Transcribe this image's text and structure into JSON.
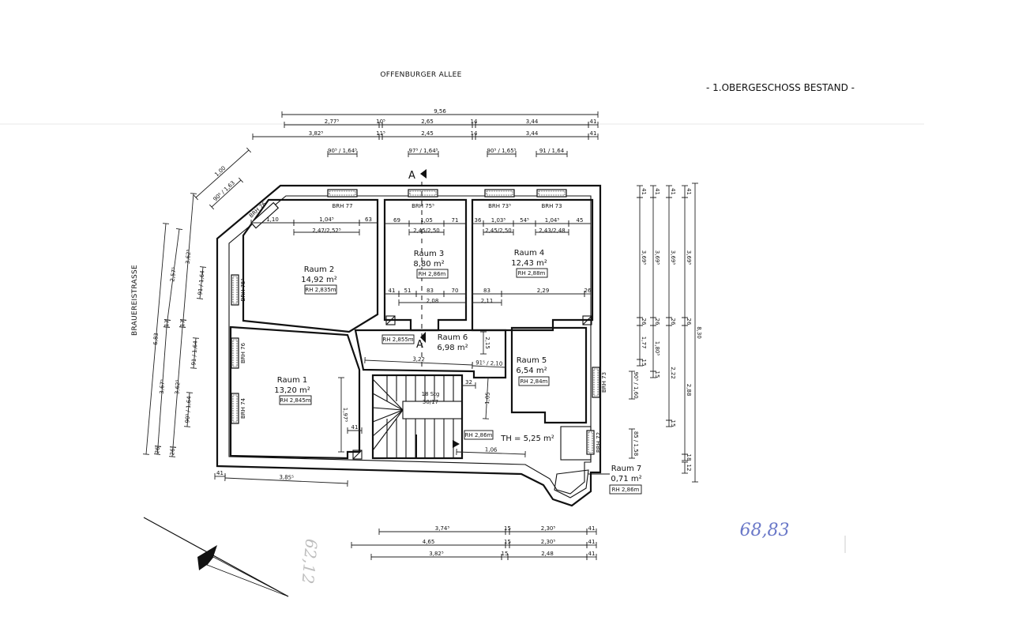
{
  "header": {
    "street_top": "OFFENBURGER ALLEE",
    "plan_title": "- 1.OBERGESCHOSS BESTAND -",
    "street_left": "BRAUEREISTRASSE"
  },
  "section_marker": "A",
  "rooms": [
    {
      "name": "Raum 1",
      "area": "13,20 m²",
      "height": "RH 2,845m"
    },
    {
      "name": "Raum 2",
      "area": "14,92 m²",
      "height": "RH 2,835m"
    },
    {
      "name": "Raum 3",
      "area": "8,80 m²",
      "height": "RH 2,86m"
    },
    {
      "name": "Raum 4",
      "area": "12,43 m²",
      "height": "RH 2,88m"
    },
    {
      "name": "Raum 5",
      "area": "6,54 m²",
      "height": "RH 2,84m"
    },
    {
      "name": "Raum 6",
      "area": "6,98 m²",
      "height": "RH 2,855m"
    },
    {
      "name": "Raum 7",
      "area": "0,71 m²",
      "height": "RH 2,86m"
    }
  ],
  "stair": {
    "area": "TH = 5,25 m²",
    "height": "RH 2,86m",
    "steps": "18 Stg",
    "ratio": "30/17"
  },
  "windows": [
    "BRH 77",
    "BRH 75⁵",
    "BRH 73⁵",
    "BRH 73",
    "BRH 76",
    "BRH 75⁵",
    "BRH 76",
    "BRH 74",
    "BRH 73",
    "BRH 72"
  ],
  "dims": {
    "top": [
      "9,56",
      "2,77⁵",
      "10⁵",
      "2,65",
      "14",
      "3,44",
      "41",
      "3,82⁵",
      "11⁵",
      "2,45",
      "14",
      "3,44",
      "41"
    ],
    "top_windows": [
      "90⁵ / 1,64⁵",
      "97⁵ / 1,64⁵",
      "90⁵ / 1,65⁵",
      "91 / 1,64"
    ],
    "bottom": [
      "3,74⁵",
      "15",
      "2,30⁵",
      "41",
      "4,65",
      "15",
      "2,30⁵",
      "41",
      "3,82⁵",
      "15",
      "2,48",
      "41"
    ],
    "below_plan": [
      "41",
      "3,85⁵"
    ],
    "right": [
      "41",
      "3,69⁵",
      "26",
      "1,77",
      "15",
      "41",
      "3,69⁵",
      "26",
      "1,80⁵",
      "15",
      "41",
      "3,69⁵",
      "26",
      "2,22",
      "15",
      "41",
      "3,69⁵",
      "26",
      "2,88",
      "18",
      "12",
      "8,30"
    ],
    "right_windows": [
      "90⁵ / 1,60",
      "85 / 1,58"
    ],
    "left": [
      "6,83",
      "2,57⁵",
      "17",
      "3,67⁵",
      "26",
      "3,62⁵",
      "17",
      "3,62⁵",
      "26"
    ],
    "left_windows": [
      "91 / 1,64",
      "91 / 1,64",
      "90⁵ / 1,64"
    ],
    "diagonal": [
      "1,00",
      "90⁵ / 1,63"
    ],
    "room2": [
      "1,10",
      "1,04⁵",
      "63",
      "2,47/2,52⁵"
    ],
    "room3": [
      "69",
      "1,05",
      "71",
      "2,45/2,50",
      "41",
      "51",
      "83",
      "70",
      "2,08"
    ],
    "room4": [
      "36",
      "1,03⁵",
      "54⁵",
      "1,04⁵",
      "45",
      "2,45/2,50",
      "2,43/2,48",
      "83",
      "2,11",
      "2,29",
      "26"
    ],
    "room6": [
      "3,22",
      "91⁵ / 2,10",
      "2,15"
    ],
    "room1": [
      "1,97⁵",
      "41"
    ],
    "stair_dims": [
      "1,06",
      "32",
      "1,05"
    ]
  },
  "handwritten": [
    "68,83",
    "62,12"
  ],
  "colors": {
    "ink": "#111111",
    "handwriting": "#6a78c8"
  }
}
